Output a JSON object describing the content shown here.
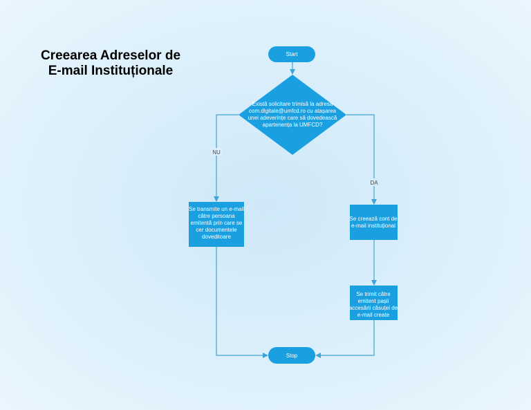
{
  "title": {
    "line1": "Creearea Adreselor de",
    "line2": "E-mail Instituționale"
  },
  "nodes": {
    "start": "Start",
    "decision": [
      "Există solicitare trimisă la adresa",
      "com.digitale@umfcd.ro cu atașarea",
      "unei adeverințe care să dovedească",
      "apartenența la UMFCD?"
    ],
    "no_box": [
      "Se transmite un e-mail",
      "către persoana",
      "emitentă prin care se",
      "cer documentele",
      "doveditoare"
    ],
    "yes_box1": [
      "Se creează cont de",
      "e-mail instituțional"
    ],
    "yes_box2": [
      "Se trimit către",
      "emitent pașii",
      "accesării căsuței de",
      "e-mail create"
    ],
    "stop": "Stop"
  },
  "labels": {
    "no": "NU",
    "yes": "DA"
  },
  "colors": {
    "node": "#1a9fe1",
    "line": "#3fa4d8"
  }
}
